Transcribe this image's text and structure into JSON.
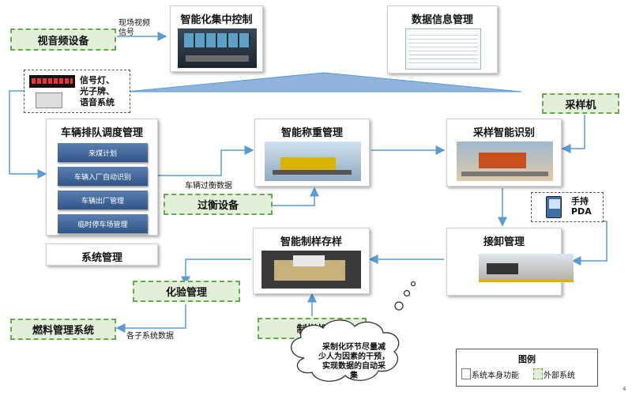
{
  "top": {
    "av_devices": "视音频设备",
    "av_signal_line1": "现场视频",
    "av_signal_line2": "信号",
    "central_control": "智能化集中控制",
    "data_mgmt": "数据信息管理"
  },
  "signal_devices": {
    "line1": "信号灯、",
    "line2": "光子牌、",
    "line3": "语音系统"
  },
  "queue": {
    "title": "车辆排队调度管理",
    "items": [
      "来煤计划",
      "车辆入厂自动识别",
      "车辆出厂管理",
      "临时停车场管理"
    ]
  },
  "system_mgmt": "系统管理",
  "weighing": "智能称重管理",
  "sampling_id": "采样智能识别",
  "sampler": "采样机",
  "weigh_data": "车辆过衡数据",
  "weigh_device": "过衡设备",
  "pda": {
    "line1": "手持",
    "line2": "PDA"
  },
  "unloading": "接卸管理",
  "prep_storage": "智能制样存样",
  "lab_mgmt": "化验管理",
  "fuel_system": "燃料管理系统",
  "subsystem_data": "各子系统数据",
  "sample_prep_machine": "制样机",
  "cloud": {
    "line1": "采制化环节尽量减",
    "line2": "少人为因素的干预，",
    "line3": "实现数据的自动采",
    "line4": "集"
  },
  "legend": {
    "title": "图例",
    "own": "系统本身功能",
    "external": "外部系统"
  },
  "page_number": "4",
  "colors": {
    "accent_blue": "#5b9bd5",
    "external_green": "#e2efd9",
    "dashed_green": "#6aa84f"
  }
}
